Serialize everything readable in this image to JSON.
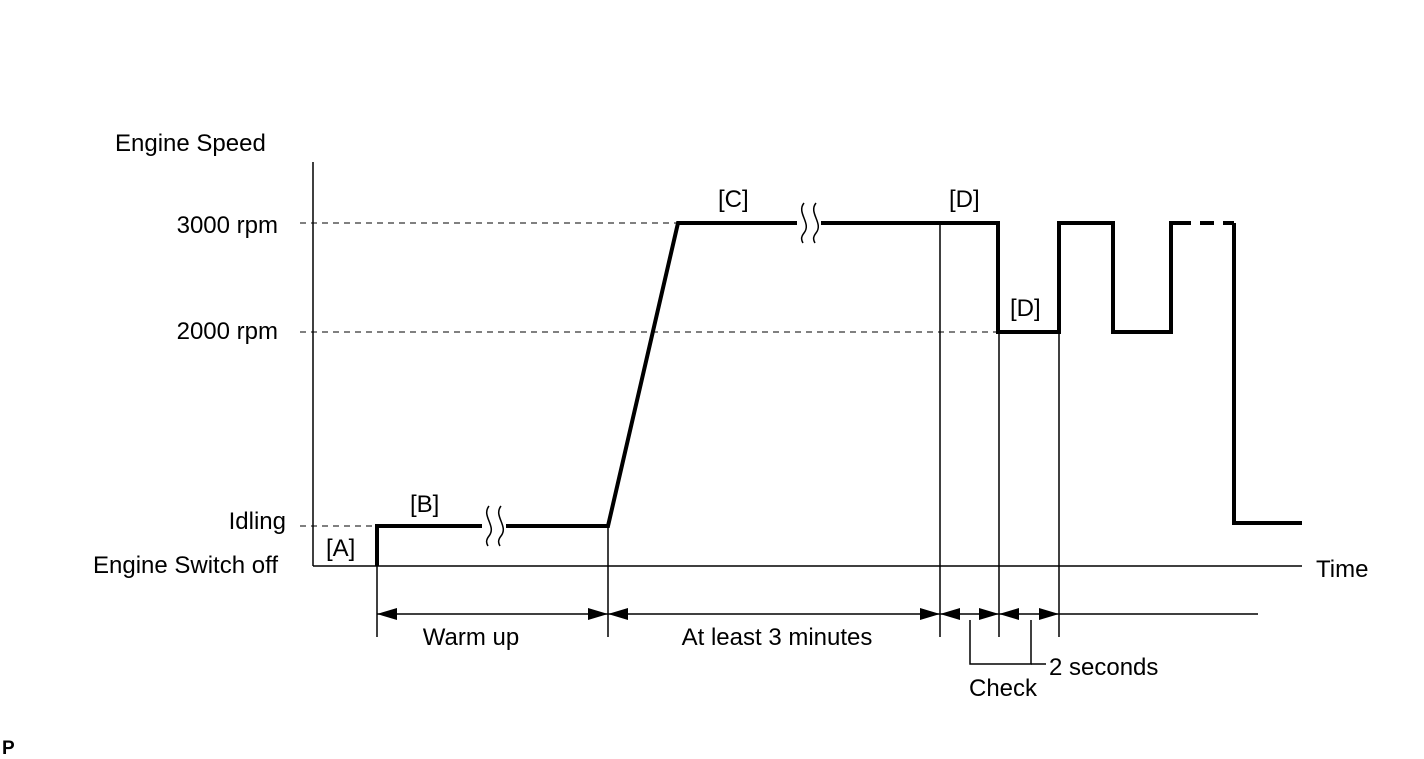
{
  "axis": {
    "y_title": "Engine Speed",
    "x_title": "Time",
    "levels": {
      "rpm3000": "3000 rpm",
      "rpm2000": "2000 rpm",
      "idling": "Idling",
      "switch_off": "Engine Switch off"
    }
  },
  "phases": {
    "a": "[A]",
    "b": "[B]",
    "c": "[C]",
    "d_high": "[D]",
    "d_low": "[D]"
  },
  "intervals": {
    "warm_up": "Warm up",
    "at_least": "At least 3 minutes",
    "check": "Check",
    "two_seconds": "2 seconds"
  },
  "corner_mark": "P"
}
